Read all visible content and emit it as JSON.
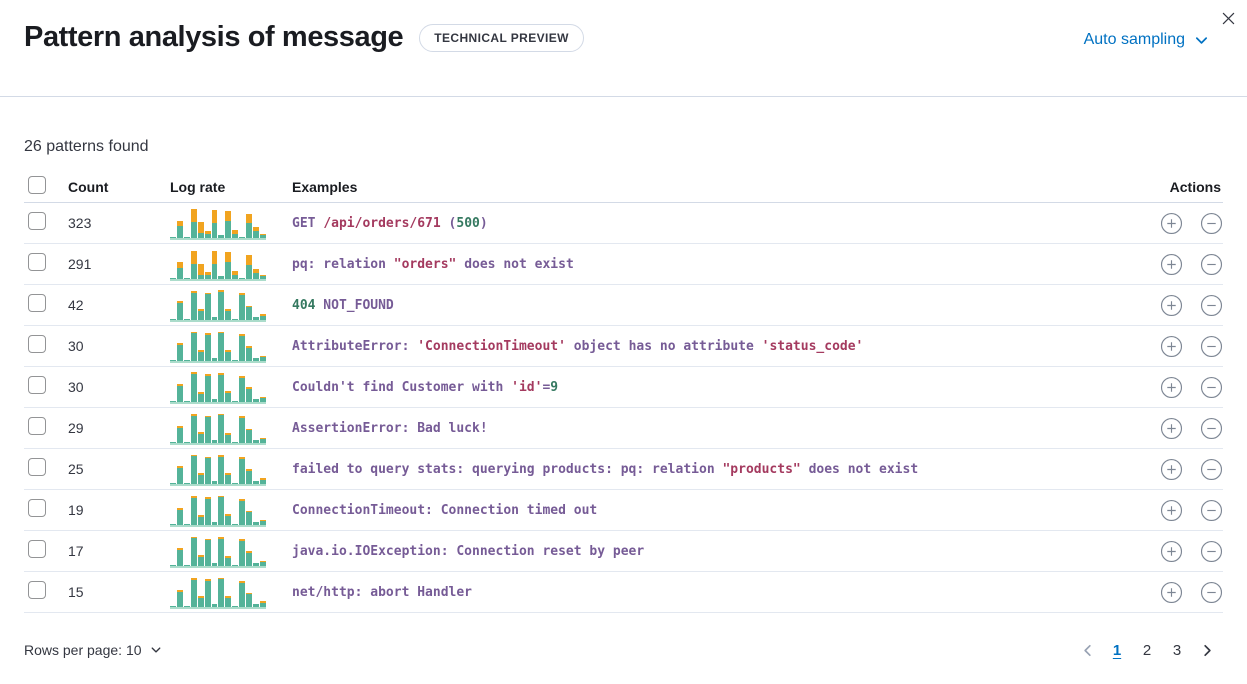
{
  "header": {
    "title": "Pattern analysis of message",
    "badge": "TECHNICAL PREVIEW",
    "sampling_label": "Auto sampling"
  },
  "summary": "26 patterns found",
  "colors": {
    "chart_baseline": "#54b399",
    "chart_deviation": "#f1a420",
    "link_blue": "#0071c2",
    "token_colors": {
      "p": "#765b96",
      "r": "#a43a5f",
      "g": "#357960"
    }
  },
  "table": {
    "columns": {
      "count": "Count",
      "log_rate": "Log rate",
      "examples": "Examples",
      "actions": "Actions"
    },
    "rows": [
      {
        "count": "323",
        "tokens": [
          {
            "text": "GET ",
            "c": "p"
          },
          {
            "text": "/api/orders/671",
            "c": "r"
          },
          {
            "text": " (",
            "c": "p"
          },
          {
            "text": "500",
            "c": "g"
          },
          {
            "text": ")",
            "c": "p"
          }
        ],
        "bars": [
          [
            3,
            0
          ],
          [
            36,
            18
          ],
          [
            3,
            0
          ],
          [
            50,
            40
          ],
          [
            16,
            34
          ],
          [
            12,
            10
          ],
          [
            48,
            40
          ],
          [
            8,
            0
          ],
          [
            52,
            34
          ],
          [
            14,
            12
          ],
          [
            3,
            0
          ],
          [
            46,
            30
          ],
          [
            22,
            14
          ],
          [
            8,
            6
          ]
        ]
      },
      {
        "count": "291",
        "tokens": [
          {
            "text": "pq: relation ",
            "c": "p"
          },
          {
            "text": "\"orders\"",
            "c": "r"
          },
          {
            "text": " does not exist",
            "c": "p"
          }
        ],
        "bars": [
          [
            3,
            0
          ],
          [
            34,
            20
          ],
          [
            3,
            0
          ],
          [
            48,
            40
          ],
          [
            14,
            34
          ],
          [
            12,
            10
          ],
          [
            48,
            38
          ],
          [
            8,
            0
          ],
          [
            52,
            34
          ],
          [
            12,
            12
          ],
          [
            3,
            0
          ],
          [
            44,
            32
          ],
          [
            20,
            12
          ],
          [
            8,
            6
          ]
        ]
      },
      {
        "count": "42",
        "tokens": [
          {
            "text": "404",
            "c": "g"
          },
          {
            "text": " NOT_FOUND",
            "c": "p"
          }
        ],
        "bars": [
          [
            3,
            0
          ],
          [
            52,
            8
          ],
          [
            3,
            0
          ],
          [
            84,
            8
          ],
          [
            28,
            6
          ],
          [
            80,
            6
          ],
          [
            8,
            0
          ],
          [
            86,
            8
          ],
          [
            28,
            5
          ],
          [
            3,
            0
          ],
          [
            78,
            6
          ],
          [
            40,
            5
          ],
          [
            8,
            0
          ],
          [
            12,
            6
          ]
        ]
      },
      {
        "count": "30",
        "tokens": [
          {
            "text": "AttributeError: ",
            "c": "p"
          },
          {
            "text": "'ConnectionTimeout'",
            "c": "r"
          },
          {
            "text": " object has no attribute ",
            "c": "p"
          },
          {
            "text": "'status_code'",
            "c": "r"
          }
        ],
        "bars": [
          [
            3,
            0
          ],
          [
            50,
            6
          ],
          [
            3,
            0
          ],
          [
            86,
            6
          ],
          [
            28,
            5
          ],
          [
            82,
            6
          ],
          [
            8,
            0
          ],
          [
            86,
            6
          ],
          [
            28,
            5
          ],
          [
            3,
            0
          ],
          [
            78,
            6
          ],
          [
            42,
            5
          ],
          [
            8,
            0
          ],
          [
            12,
            5
          ]
        ]
      },
      {
        "count": "30",
        "tokens": [
          {
            "text": "Couldn't find Customer with ",
            "c": "p"
          },
          {
            "text": "'id'",
            "c": "r"
          },
          {
            "text": "=",
            "c": "p"
          },
          {
            "text": "9",
            "c": "g"
          }
        ],
        "bars": [
          [
            3,
            0
          ],
          [
            50,
            6
          ],
          [
            3,
            0
          ],
          [
            86,
            8
          ],
          [
            26,
            5
          ],
          [
            82,
            6
          ],
          [
            8,
            0
          ],
          [
            84,
            6
          ],
          [
            28,
            5
          ],
          [
            3,
            0
          ],
          [
            76,
            6
          ],
          [
            42,
            5
          ],
          [
            8,
            0
          ],
          [
            12,
            5
          ]
        ]
      },
      {
        "count": "29",
        "tokens": [
          {
            "text": "AssertionError: Bad luck!",
            "c": "p"
          }
        ],
        "bars": [
          [
            3,
            0
          ],
          [
            48,
            6
          ],
          [
            3,
            0
          ],
          [
            84,
            6
          ],
          [
            28,
            5
          ],
          [
            80,
            6
          ],
          [
            8,
            0
          ],
          [
            86,
            6
          ],
          [
            26,
            5
          ],
          [
            3,
            0
          ],
          [
            78,
            6
          ],
          [
            40,
            5
          ],
          [
            8,
            0
          ],
          [
            12,
            5
          ]
        ]
      },
      {
        "count": "25",
        "tokens": [
          {
            "text": "failed to query stats: querying products: pq: relation ",
            "c": "p"
          },
          {
            "text": "\"products\"",
            "c": "r"
          },
          {
            "text": " does not exist",
            "c": "p"
          }
        ],
        "bars": [
          [
            3,
            0
          ],
          [
            50,
            6
          ],
          [
            3,
            0
          ],
          [
            86,
            6
          ],
          [
            28,
            5
          ],
          [
            80,
            6
          ],
          [
            8,
            0
          ],
          [
            84,
            6
          ],
          [
            28,
            5
          ],
          [
            3,
            0
          ],
          [
            78,
            6
          ],
          [
            42,
            5
          ],
          [
            8,
            0
          ],
          [
            14,
            5
          ]
        ]
      },
      {
        "count": "19",
        "tokens": [
          {
            "text": "ConnectionTimeout: Connection timed out",
            "c": "p"
          }
        ],
        "bars": [
          [
            3,
            0
          ],
          [
            48,
            6
          ],
          [
            3,
            0
          ],
          [
            84,
            6
          ],
          [
            26,
            5
          ],
          [
            82,
            6
          ],
          [
            8,
            0
          ],
          [
            86,
            6
          ],
          [
            28,
            5
          ],
          [
            3,
            0
          ],
          [
            76,
            6
          ],
          [
            40,
            5
          ],
          [
            8,
            0
          ],
          [
            12,
            5
          ]
        ]
      },
      {
        "count": "17",
        "tokens": [
          {
            "text": "java.io.IOException: Connection reset by peer",
            "c": "p"
          }
        ],
        "bars": [
          [
            3,
            0
          ],
          [
            50,
            6
          ],
          [
            3,
            0
          ],
          [
            86,
            6
          ],
          [
            28,
            5
          ],
          [
            80,
            6
          ],
          [
            8,
            0
          ],
          [
            84,
            6
          ],
          [
            26,
            5
          ],
          [
            3,
            0
          ],
          [
            78,
            6
          ],
          [
            42,
            5
          ],
          [
            8,
            0
          ],
          [
            12,
            5
          ]
        ]
      },
      {
        "count": "15",
        "tokens": [
          {
            "text": "net/http: abort Handler",
            "c": "p"
          }
        ],
        "bars": [
          [
            3,
            0
          ],
          [
            48,
            6
          ],
          [
            3,
            0
          ],
          [
            84,
            6
          ],
          [
            28,
            5
          ],
          [
            82,
            6
          ],
          [
            8,
            0
          ],
          [
            86,
            6
          ],
          [
            28,
            5
          ],
          [
            3,
            0
          ],
          [
            76,
            6
          ],
          [
            40,
            5
          ],
          [
            8,
            0
          ],
          [
            14,
            6
          ]
        ]
      }
    ]
  },
  "footer": {
    "rows_per_page_label": "Rows per page: 10",
    "pages": [
      "1",
      "2",
      "3"
    ],
    "active_page": "1"
  }
}
